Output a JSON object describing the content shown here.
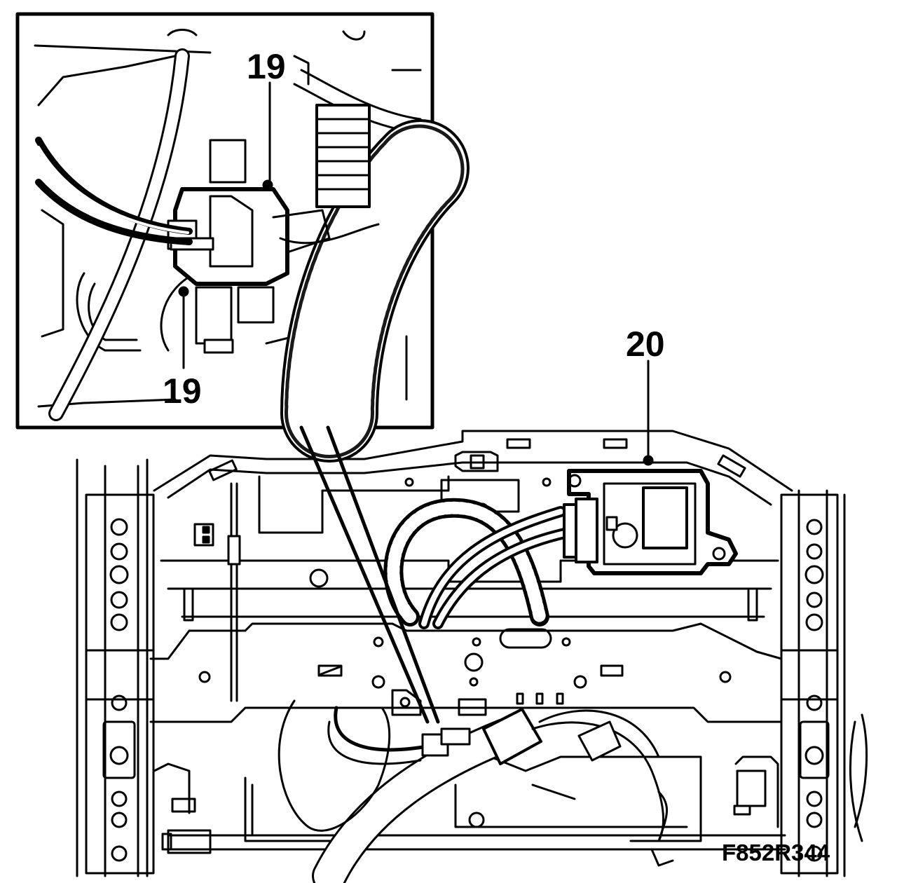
{
  "figure": {
    "code": "F852R344"
  },
  "callouts": {
    "top": {
      "number": "19"
    },
    "bottom": {
      "number": "19"
    },
    "module": {
      "number": "20"
    }
  },
  "colors": {
    "line": "#000000",
    "background": "#ffffff"
  },
  "subjects": {
    "inset": "connector-detail",
    "main": "seat-frame-underside"
  }
}
